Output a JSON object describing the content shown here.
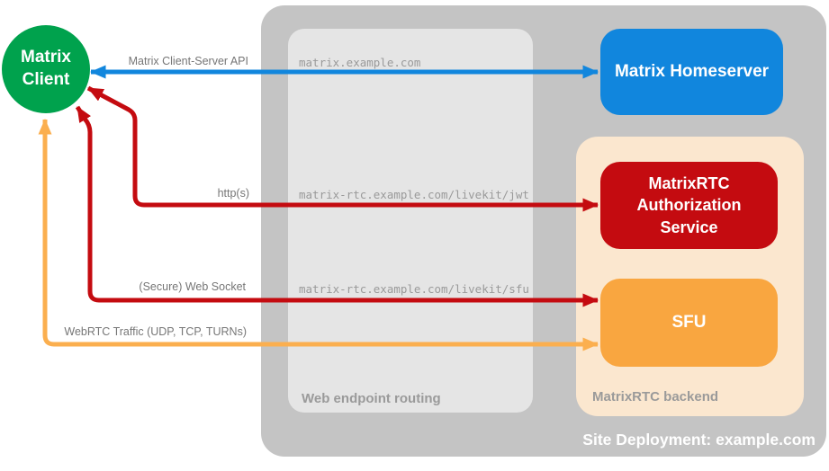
{
  "client": {
    "line1": "Matrix",
    "line2": "Client",
    "color": "#00A24D"
  },
  "site_container": {
    "label": "Site Deployment: example.com",
    "color": "#C4C4C4"
  },
  "routing_panel": {
    "label": "Web endpoint routing",
    "color": "#E5E5E5",
    "endpoints": [
      "matrix.example.com",
      "matrix-rtc.example.com/livekit/jwt",
      "matrix-rtc.example.com/livekit/sfu"
    ]
  },
  "backend_panel": {
    "label": "MatrixRTC backend",
    "color": "#FBE7CF"
  },
  "nodes": {
    "homeserver": {
      "label": "Matrix Homeserver",
      "color": "#1186DD"
    },
    "auth_service": {
      "label": "MatrixRTC Authorization Service",
      "color": "#C40B10"
    },
    "sfu": {
      "label": "SFU",
      "color": "#F9A640"
    }
  },
  "connections": {
    "client_server_api": {
      "label": "Matrix Client-Server API",
      "color": "#1186DD"
    },
    "https": {
      "label": "http(s)",
      "color": "#C40B10"
    },
    "websocket": {
      "label": "(Secure) Web Socket",
      "color": "#C40B10"
    },
    "webrtc": {
      "label": "WebRTC Traffic (UDP, TCP, TURNs)",
      "color": "#FBAF4F"
    }
  }
}
